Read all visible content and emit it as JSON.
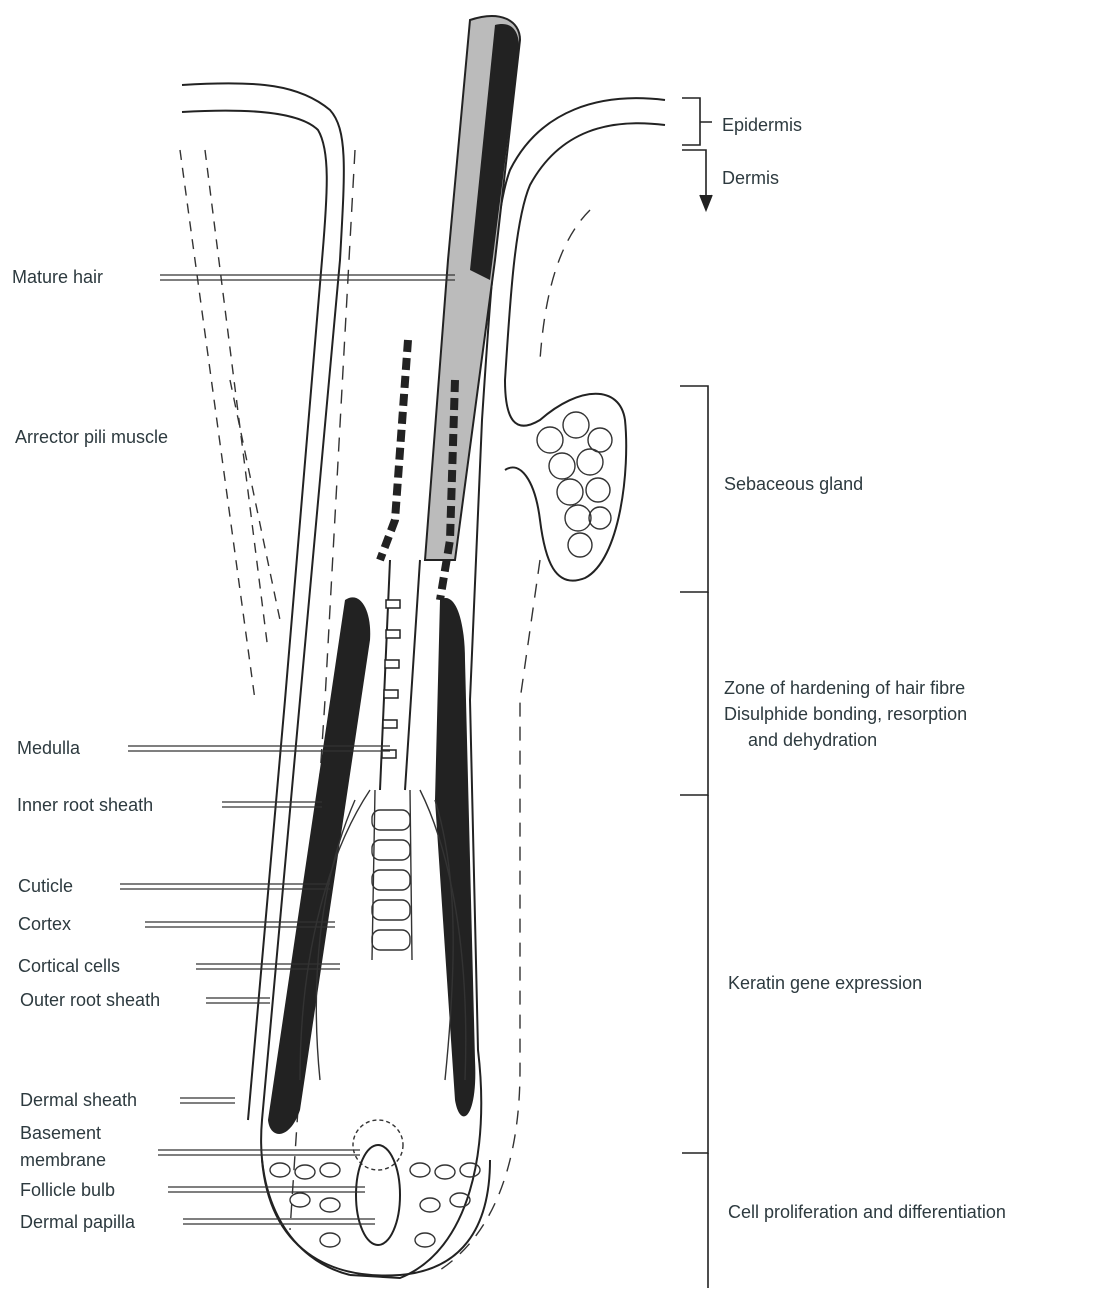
{
  "title": "Hair follicle structure",
  "left_labels": {
    "mature_hair": "Mature hair",
    "arrector_pili": "Arrector pili muscle",
    "medulla": "Medulla",
    "inner_root_sheath": "Inner root sheath",
    "cuticle": "Cuticle",
    "cortex": "Cortex",
    "cortical_cells": "Cortical cells",
    "outer_root_sheath": "Outer root sheath",
    "dermal_sheath": "Dermal sheath",
    "basement_membrane_1": "Basement",
    "basement_membrane_2": "membrane",
    "follicle_bulb": "Follicle bulb",
    "dermal_papilla": "Dermal papilla"
  },
  "right_labels": {
    "epidermis": "Epidermis",
    "dermis": "Dermis",
    "sebaceous_gland": "Sebaceous gland",
    "hardening_1": "Zone of hardening of hair fibre",
    "hardening_2": "Disulphide bonding, resorption",
    "hardening_3": "and dehydration",
    "keratin": "Keratin gene expression",
    "proliferation": "Cell proliferation and differentiation"
  }
}
